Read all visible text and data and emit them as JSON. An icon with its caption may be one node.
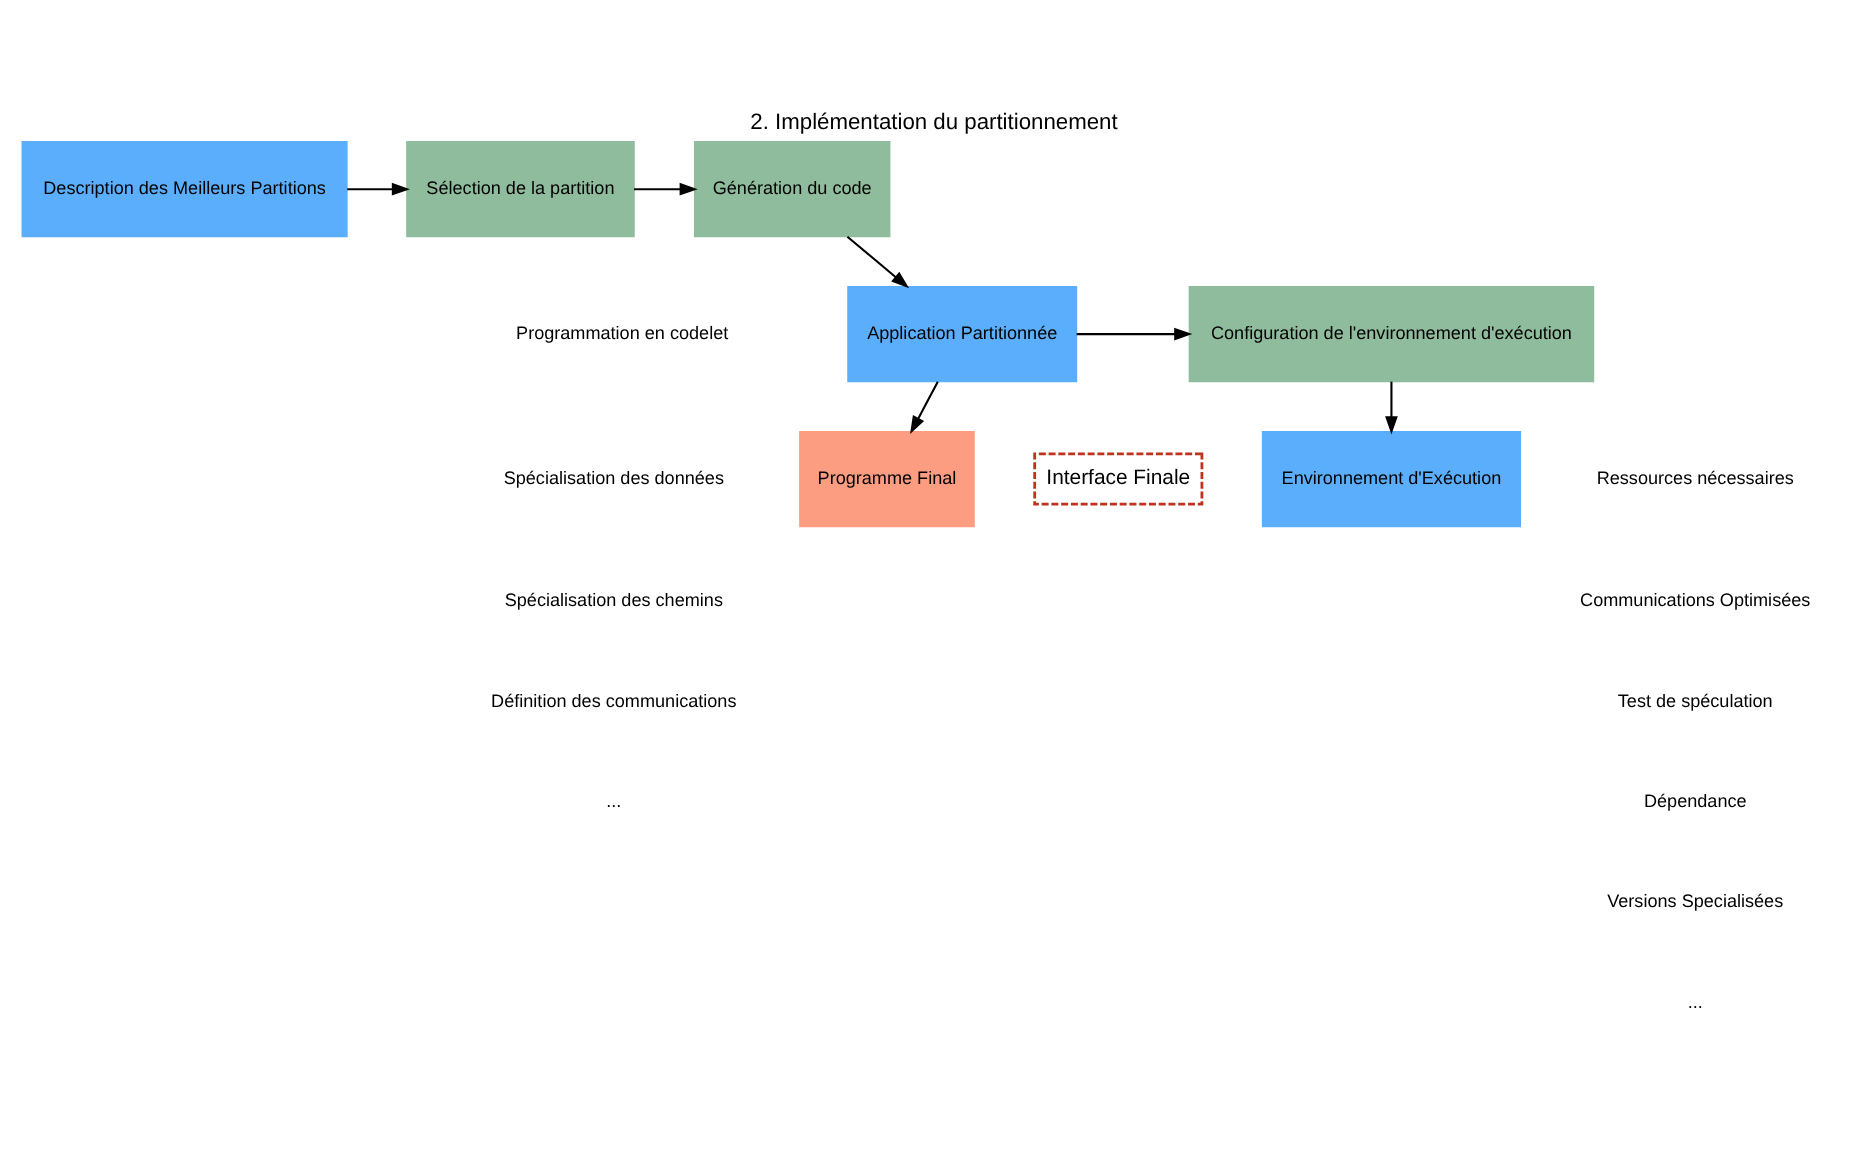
{
  "diagram": {
    "title": "2. Implémentation du partitionnement",
    "nodes": [
      {
        "text": [
          "Description des Meilleurs Partitions"
        ]
      },
      {
        "text": [
          "Sélection de la partition"
        ]
      },
      {
        "text": [
          "Génération du code"
        ]
      },
      {
        "text": [
          "Application Partitionnée"
        ]
      },
      {
        "text": [
          "Configuration de l'environnement d'exécution"
        ]
      },
      {
        "text": [
          "Environnement d'Exécution"
        ]
      },
      {
        "text": [
          "Programme Final"
        ]
      }
    ],
    "edges": [
      {
        "from": 0,
        "to": 1,
        "arrow": "to"
      },
      {
        "from": 1,
        "to": 2,
        "arrow": "to"
      },
      {
        "from": 2,
        "to": 3,
        "arrow": "to"
      },
      {
        "from": 3,
        "to": 4,
        "arrow": "to"
      },
      {
        "from": 4,
        "to": 5,
        "arrow": "to"
      },
      {
        "from": 3,
        "to": 6,
        "arrow": "to"
      }
    ],
    "labels": [
      "Programmation en codelet",
      "Spécialisation des données",
      "Spécialisation des chemins",
      "Définition des communications",
      "...",
      "Ressources nécessaires",
      "Communications Optimisées",
      "Test de spéculation",
      "Dépendance",
      "Versions Specialisées",
      "...",
      "Interface Finale"
    ]
  }
}
